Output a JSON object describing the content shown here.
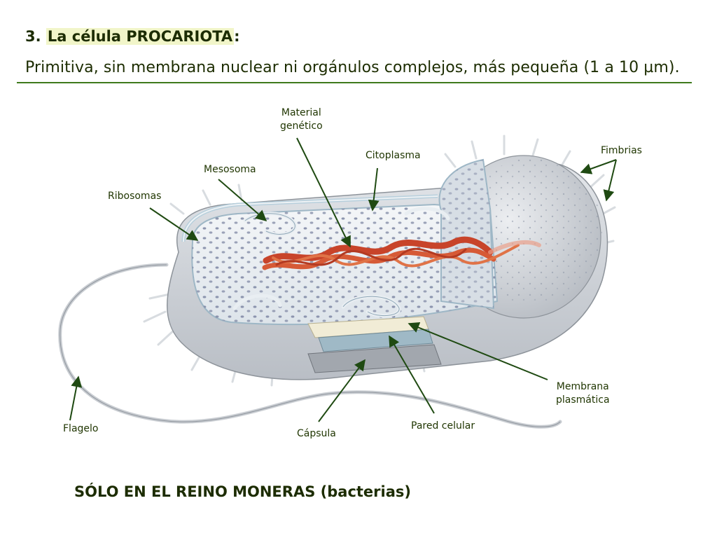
{
  "header": {
    "number": "3.",
    "title": "La célula PROCARIOTA",
    "colon": ":",
    "subtitle": "Primitiva, sin membrana nuclear ni orgánulos complejos, más pequeña (1 a 10 µm)."
  },
  "labels": {
    "material_1": "Material",
    "material_2": "genético",
    "citoplasma": "Citoplasma",
    "mesosoma": "Mesosoma",
    "ribosomas": "Ribosomas",
    "fimbrias": "Fimbrias",
    "membrana_1": "Membrana",
    "membrana_2": "plasmática",
    "pared": "Pared celular",
    "capsula": "Cápsula",
    "flagelo": "Flagelo"
  },
  "footer": {
    "text": "SÓLO EN EL REINO MONERAS (bacterias)"
  },
  "colors": {
    "heading": "#1c2c00",
    "rule": "#3f7a1d",
    "arrow": "#1f4a12",
    "highlight": "#f1f5c9"
  }
}
